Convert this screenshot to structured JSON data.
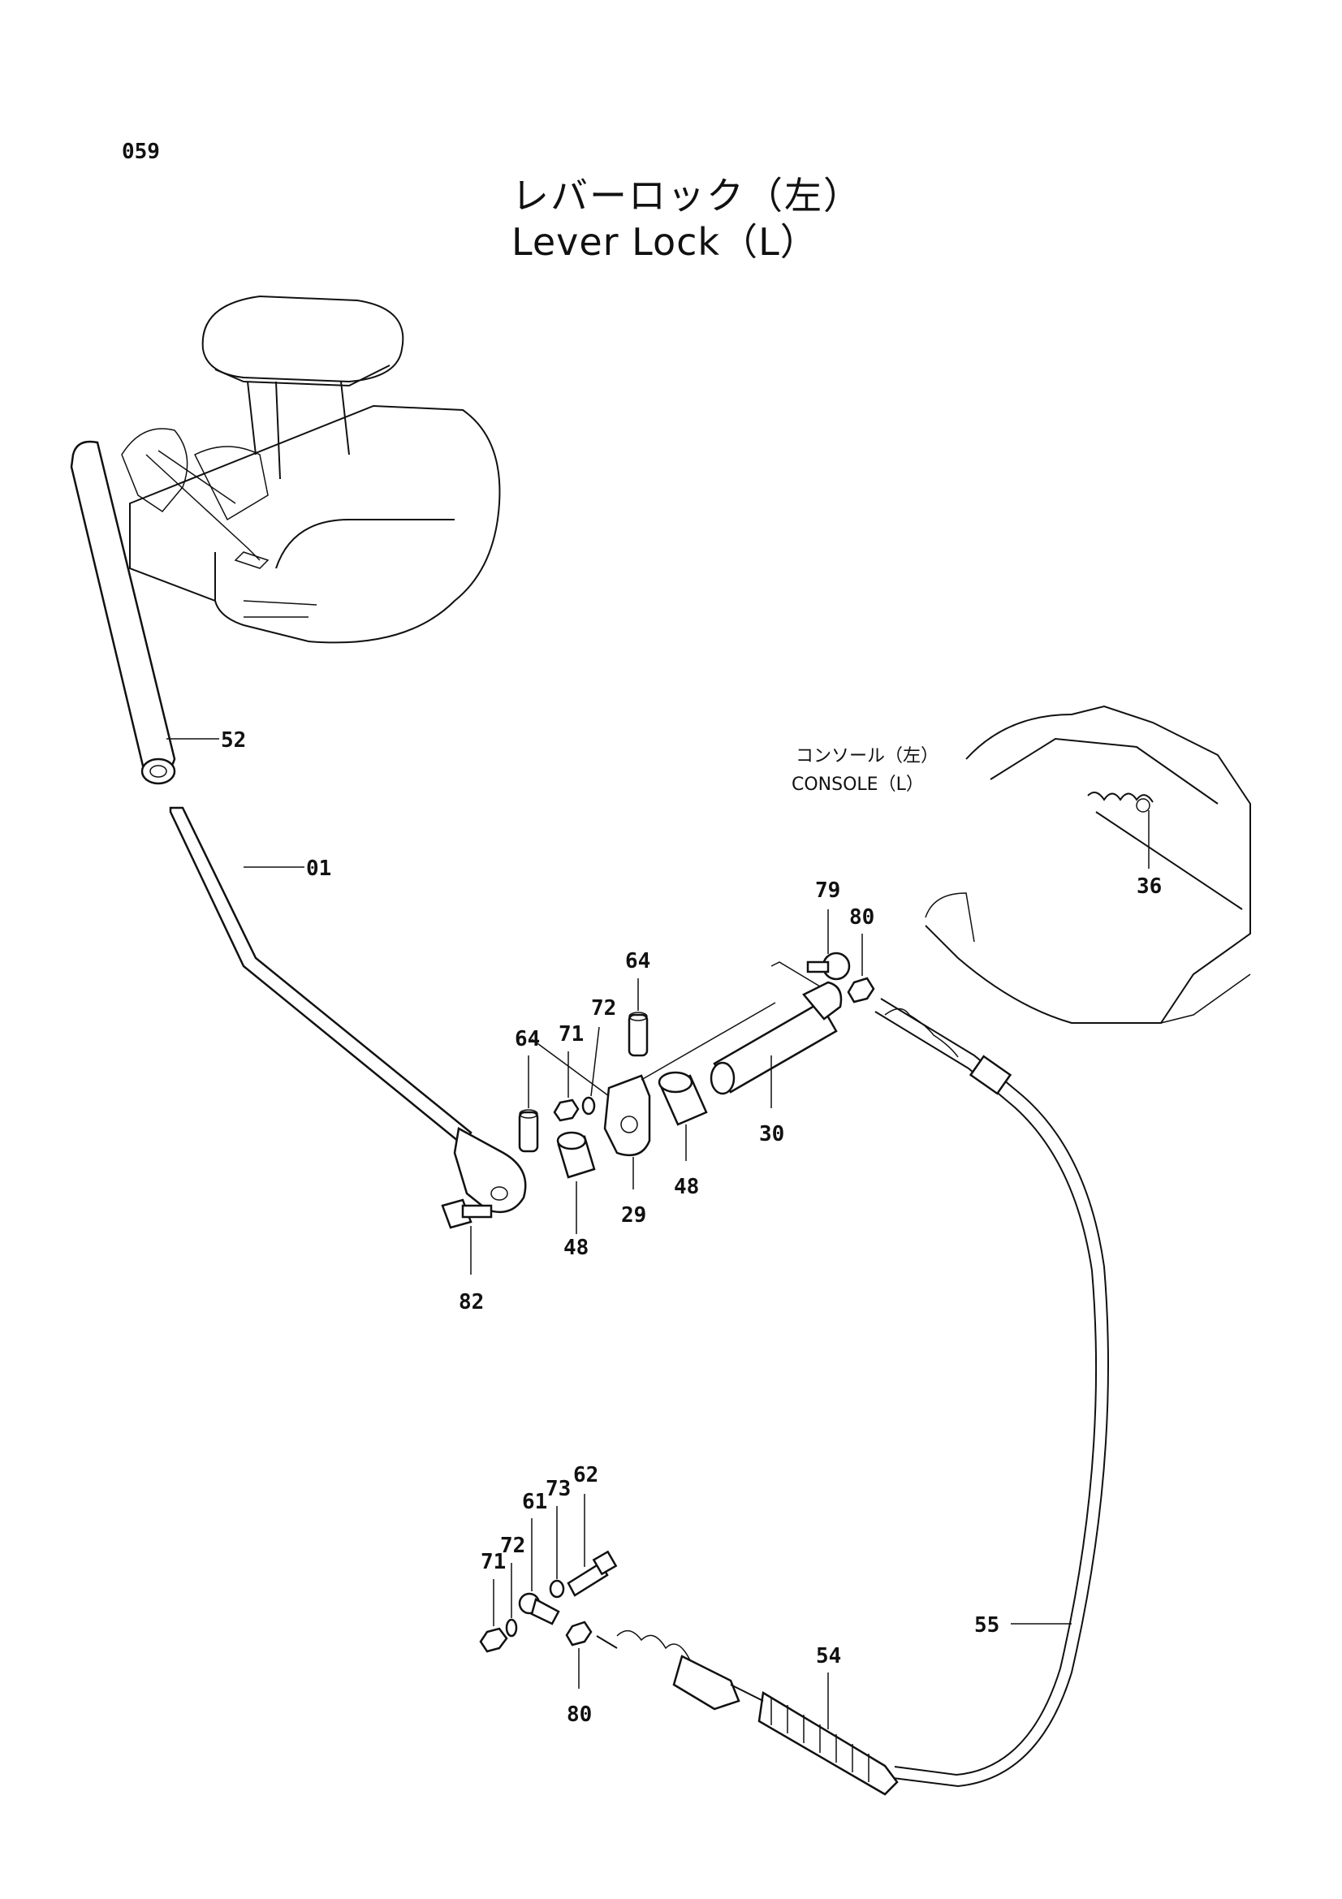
{
  "page_code": "059",
  "title": {
    "japanese": "レバーロック（左）",
    "english": "Lever Lock（L）"
  },
  "console_label": {
    "japanese": "コンソール（左）",
    "english": "CONSOLE（L）"
  },
  "callouts": {
    "c52": "52",
    "c01": "01",
    "c79": "79",
    "c80a": "80",
    "c36": "36",
    "c64a": "64",
    "c64b": "64",
    "c71a": "71",
    "c72a": "72",
    "c30": "30",
    "c48a": "48",
    "c48b": "48",
    "c29": "29",
    "c82": "82",
    "c62": "62",
    "c73": "73",
    "c61": "61",
    "c71b": "71",
    "c72b": "72",
    "c80b": "80",
    "c54": "54",
    "c55": "55"
  },
  "colors": {
    "ink": "#111111",
    "paper": "#ffffff"
  }
}
